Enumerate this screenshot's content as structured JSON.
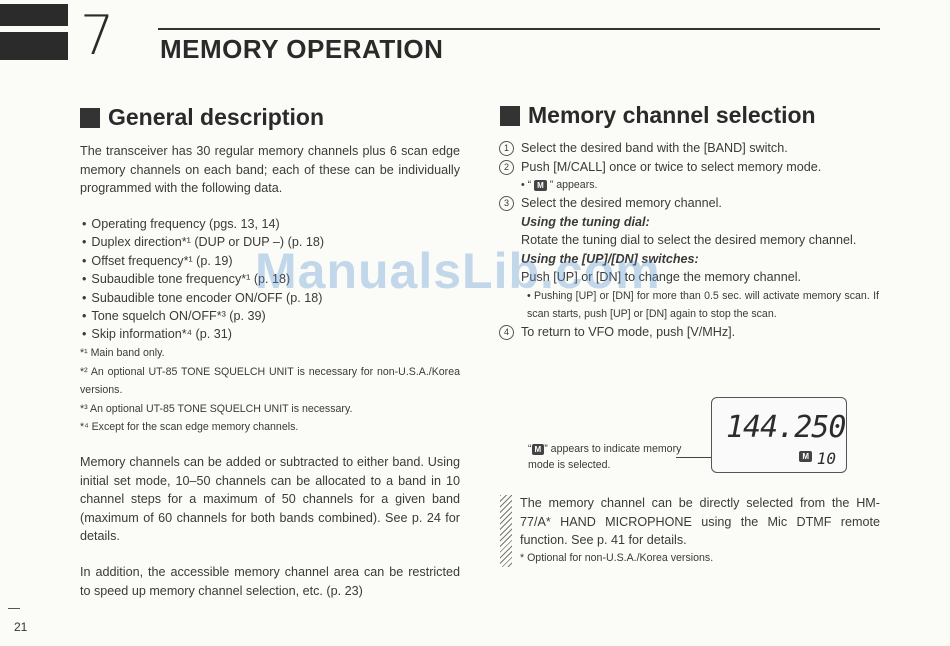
{
  "header": {
    "chapter_number": "7",
    "chapter_title": "MEMORY OPERATION"
  },
  "left": {
    "title": "General description",
    "intro": "The transceiver has 30 regular memory channels plus 6 scan edge memory channels on each band; each of these can be individually programmed with the following data.",
    "bullets": [
      "Operating frequency (pgs. 13, 14)",
      "Duplex direction*¹ (DUP or DUP –) (p. 18)",
      "Offset frequency*¹ (p. 19)",
      "Subaudible tone frequency*¹ (p. 18)",
      "Subaudible tone encoder ON/OFF (p. 18)",
      "Tone squelch ON/OFF*³ (p. 39)",
      "Skip information*⁴ (p. 31)"
    ],
    "notes": [
      "*¹ Main band only.",
      "*² An optional UT-85 TONE SQUELCH UNIT is necessary for non-U.S.A./Korea versions.",
      "*³ An optional UT-85 TONE SQUELCH UNIT is necessary.",
      "*⁴ Except for the scan edge memory channels."
    ],
    "para2": "Memory channels can be added or subtracted to either band. Using initial set mode, 10–50 channels can be allocated to a band in 10 channel steps for a maximum of 50 channels for a given band (maximum of 60 channels for both bands combined). See p. 24 for details.",
    "para3": "In addition, the accessible memory channel area can be restricted to speed up memory channel selection, etc. (p. 23)"
  },
  "right": {
    "title": "Memory channel selection",
    "steps": [
      {
        "num": "1",
        "text": "Select the desired band with the [BAND] switch."
      },
      {
        "num": "2",
        "text": "Push [M/CALL] once or twice to select memory mode."
      },
      {
        "num": "3",
        "text": "Select the desired memory channel."
      },
      {
        "num": "4",
        "text": "To return to VFO mode, push [V/MHz]."
      }
    ],
    "step2_note_pre": "• “",
    "step2_note_badge": "M",
    "step2_note_post": "” appears.",
    "dial_heading": "Using the tuning dial:",
    "dial_text": "Rotate the tuning dial to select the desired memory channel.",
    "switch_heading": "Using the [UP]/[DN] switches:",
    "switch_text": "Push [UP] or [DN] to change the memory channel.",
    "switch_note": "• Pushing [UP] or [DN] for more than 0.5 sec. will activate memory scan. If scan starts, push [UP] or [DN] again to stop the scan.",
    "callout_pre": "“",
    "callout_badge": "M",
    "callout_text": "” appears to indicate memory mode is selected.",
    "lcd_freq": "144.250",
    "lcd_badge": "M",
    "lcd_channel": "10",
    "mic_text": "The memory channel can be directly selected from the HM-77/A* HAND MICROPHONE using the Mic DTMF remote function. See p. 41 for details.",
    "mic_note": "* Optional for non-U.S.A./Korea versions."
  },
  "footer": {
    "page_number": "21"
  },
  "watermark": "ManualsLib.com"
}
